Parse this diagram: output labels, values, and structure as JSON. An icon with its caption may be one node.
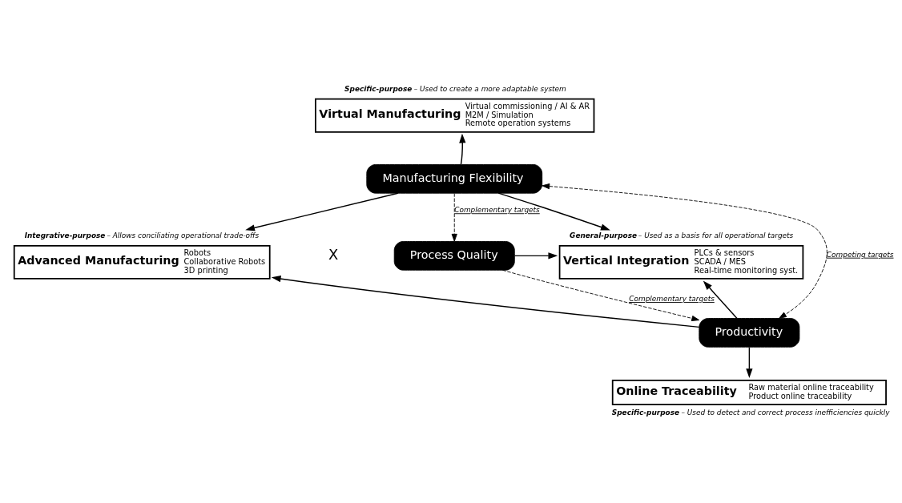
{
  "diagram": {
    "nodes": [
      {
        "text": [
          "Virtual Manufacturing",
          "Virtual commissioning / AI & AR",
          "M2M / Simulation",
          "Remote operation systems"
        ],
        "beside": [
          "**Specific-purpose** – Used to create a more adaptable system"
        ]
      },
      {
        "text": [
          "Manufacturing Flexibility"
        ]
      },
      {
        "text": [
          "Advanced Manufacturing",
          "Robots",
          "Collaborative Robots",
          "3D printing"
        ],
        "beside": [
          "**Integrative-purpose** – Allows conciliating operational trade-offs"
        ]
      },
      {
        "text": [
          "Process Quality"
        ]
      },
      {
        "text": [
          "Productivity"
        ]
      },
      {
        "text": [
          "Vertical Integration",
          "PLCs & sensors",
          "SCADA / MES",
          "Real-time monitoring syst."
        ],
        "beside": [
          "**General-purpose** – Used as a basis for all operational targets"
        ]
      },
      {
        "text": [
          "Online Traceability",
          "Raw material online traceability",
          "Product online traceability"
        ],
        "beside": [
          "**Specific-purpose** – Used to detect and correct process inefficiencies quickly"
        ]
      }
    ],
    "edges": [
      {
        "from": 1,
        "to": 0,
        "arrow": "to"
      },
      {
        "from": 1,
        "to": 2,
        "arrow": "to"
      },
      {
        "from": 4,
        "to": 2,
        "arrow": "to"
      },
      {
        "from": 1,
        "to": 4,
        "arrow": "both",
        "style": "dashed",
        "label": "Competing targets"
      },
      {
        "from": 1,
        "to": 3,
        "arrow": "to",
        "style": "dashed",
        "label": "Complementary targets"
      },
      {
        "from": 3,
        "to": 4,
        "arrow": "to",
        "style": "dashed",
        "label": "Complementary targets"
      },
      {
        "from": 4,
        "to": 6,
        "arrow": "to"
      },
      {
        "from": 1,
        "to": 5,
        "arrow": "to"
      },
      {
        "from": 3,
        "to": 5,
        "arrow": "to"
      },
      {
        "from": 4,
        "to": 5,
        "arrow": "to"
      }
    ],
    "labels": [
      "X"
    ]
  }
}
